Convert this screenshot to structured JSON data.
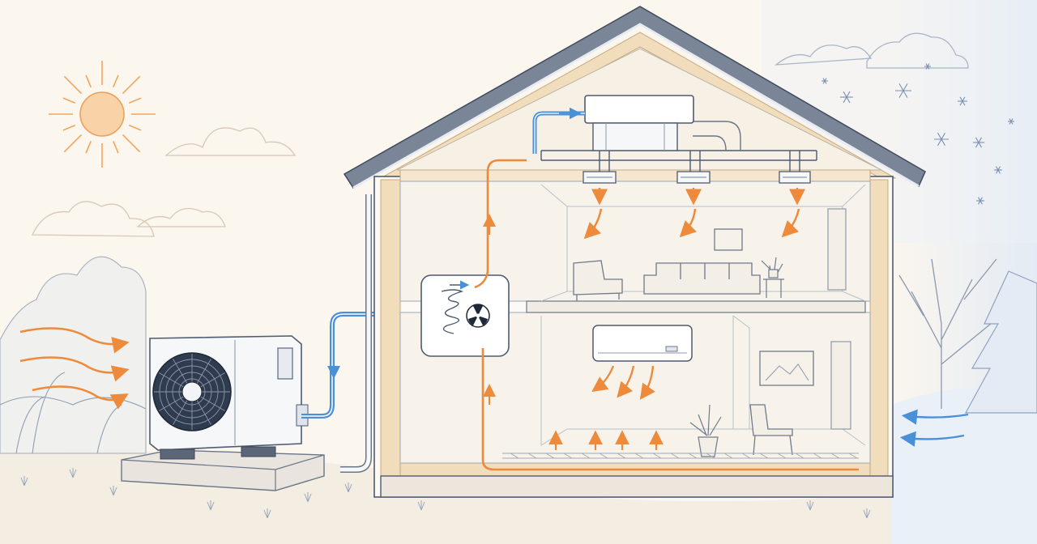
{
  "scene": {
    "title": "",
    "labels": []
  },
  "colors": {
    "background": "#fbf6ee",
    "line": "#5d6b82",
    "line_light": "#9aa6b8",
    "warm_air": "#ee8a3c",
    "cool_air": "#4a90d9",
    "insulation": "#f1dcbc",
    "sun": "#f3b46b",
    "snow": "#e8eef6",
    "wall_fill": "#fdfaf5",
    "room_fill": "#f8f3ea"
  },
  "icons": {
    "sun": "sun-icon",
    "snowflake": "snowflake-icon",
    "fan": "fan-icon",
    "outdoor_unit": "outdoor-heat-pump-unit",
    "air_handler": "attic-air-handler",
    "wall_unit": "ductless-mini-split-head",
    "indoor_coil": "indoor-heat-exchanger-coil"
  },
  "flows": {
    "outdoor_warm_air_in": 3,
    "outdoor_cold_air_in": 2,
    "ceiling_vents": 3,
    "floor_heat_arrows": 5,
    "wall_unit_air_arrows": 3
  }
}
